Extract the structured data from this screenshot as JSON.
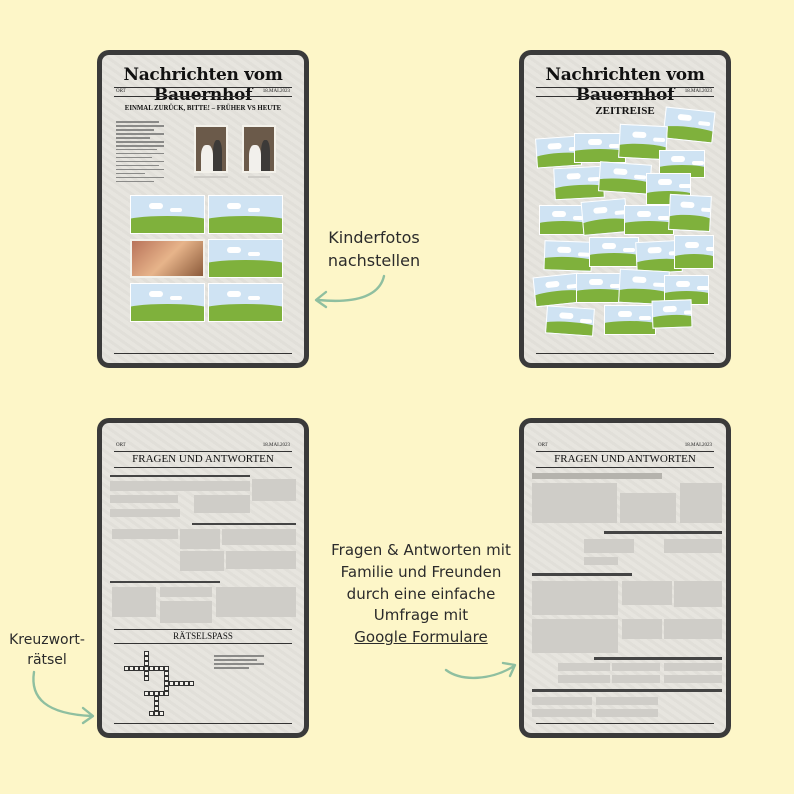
{
  "newspaper": {
    "masthead": "Nachrichten vom Bauernhof",
    "place": "ORT",
    "date": "18.MAI.2023"
  },
  "page1": {
    "heading": "EINMAL ZURÜCK, BITTE! – FRÜHER VS HEUTE"
  },
  "page2": {
    "heading": "ZEITREISE"
  },
  "page3": {
    "heading": "FRAGEN UND ANTWORTEN",
    "subheading": "RÄTSELSPASS"
  },
  "page4": {
    "heading": "FRAGEN UND ANTWORTEN"
  },
  "labels": {
    "kinderfotos": "Kinderfotos nachstellen",
    "fragen": "Fragen & Antworten mit Familie und Freunden durch eine einfache Umfrage mit",
    "google_link": "Google Formulare",
    "kreuzwort": "Kreuzwort-rätsel"
  },
  "colors": {
    "background": "#fdf6c8",
    "arrow": "#8fbfa0",
    "tablet_frame": "#3a3a3a"
  }
}
